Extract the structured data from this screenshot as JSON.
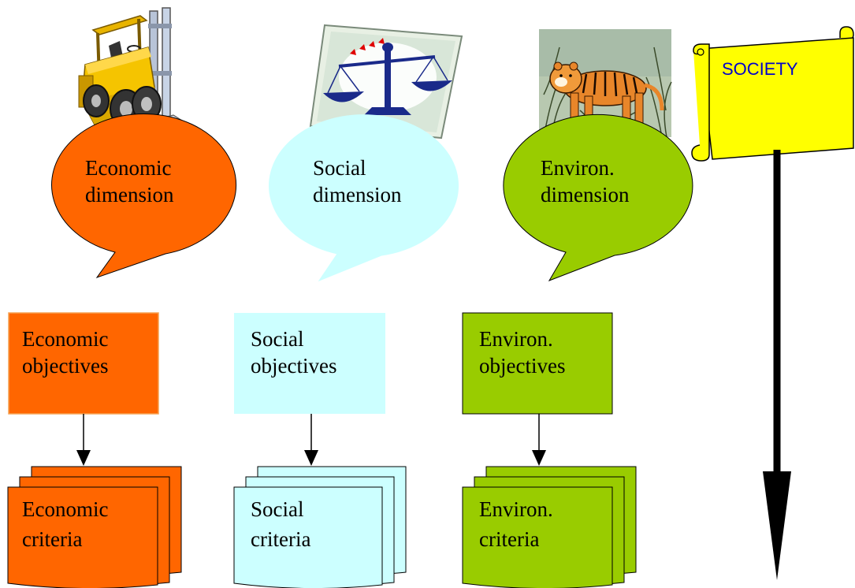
{
  "society": {
    "label": "SOCIETY",
    "fill": "#ffff00",
    "text_color": "#0000cc"
  },
  "columns": [
    {
      "key": "economic",
      "color": "#ff6600",
      "image": "forklift",
      "dimension": [
        "Economic",
        "dimension"
      ],
      "objectives": [
        "Economic",
        "objectives"
      ],
      "criteria": [
        "Economic",
        "criteria"
      ]
    },
    {
      "key": "social",
      "color": "#ccffff",
      "image": "balance-scale",
      "dimension": [
        "Social",
        "dimension"
      ],
      "objectives": [
        "Social",
        "objectives"
      ],
      "criteria": [
        "Social",
        "criteria"
      ]
    },
    {
      "key": "environmental",
      "color": "#99cc00",
      "image": "tiger",
      "dimension": [
        "Environ.",
        "dimension"
      ],
      "objectives": [
        "Environ.",
        "objectives"
      ],
      "criteria": [
        "Environ.",
        "criteria"
      ]
    }
  ]
}
